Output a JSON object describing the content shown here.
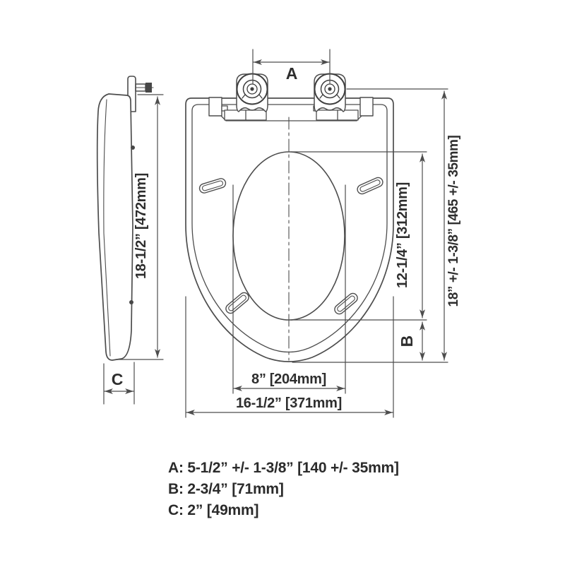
{
  "drawing_title": "toilet-seat-dimension-diagram",
  "top_view": {
    "a_label": "A",
    "b_label": "B",
    "outer_height": "18” +/- 1-3/8”  [465 +/- 35mm]",
    "inner_height": "12-1/4” [312mm]",
    "inner_width": "8” [204mm]",
    "outer_width": "16-1/2” [371mm]"
  },
  "side_view": {
    "height": "18-1/2” [472mm]",
    "c_label": "C"
  },
  "legend": {
    "a": "A: 5-1/2” +/- 1-3/8” [140 +/- 35mm]",
    "b": "B: 2-3/4” [71mm]",
    "c": "C: 2” [49mm]"
  },
  "colors": {
    "line": "#4d4d4d",
    "text": "#2e2e2e",
    "background": "#ffffff"
  }
}
